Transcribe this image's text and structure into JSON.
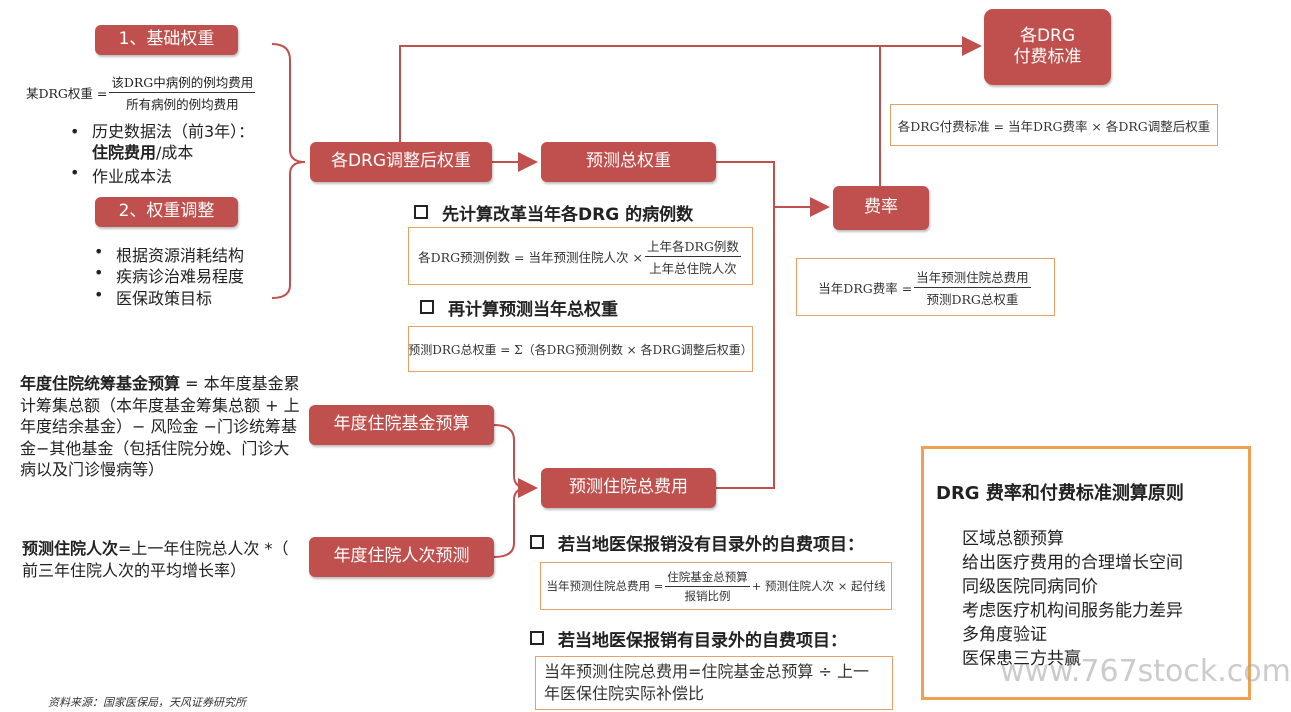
{
  "boxes": {
    "basic_weight": "1、基础权重",
    "weight_adjust": "2、权重调整",
    "adjusted_weight": "各DRG调整后权重",
    "predicted_total_weight": "预测总权重",
    "rate": "费率",
    "payment_standard": "各DRG\n付费标准",
    "annual_fund_budget": "年度住院基金预算",
    "annual_inpatient_forecast": "年度住院人次预测",
    "predicted_total_cost": "预测住院总费用"
  },
  "formulas": {
    "weight_lhs": "某DRG权重 =",
    "weight_num": "该DRG中病例的例均费用",
    "weight_den": "所有病例的例均费用",
    "cases_lhs": "各DRG预测例数 = 当年预测住院人次 ×",
    "cases_num": "上年各DRG例数",
    "cases_den": "上年总住院人次",
    "total_weight": "预测DRG总权重 = Σ（各DRG预测例数 × 各DRG调整后权重）",
    "payment_std": "各DRG付费标准 = 当年DRG费率 × 各DRG调整后权重",
    "rate_lhs": "当年DRG费率 =",
    "rate_num": "当年预测住院总费用",
    "rate_den": "预测DRG总权重",
    "cost_lhs": "当年预测住院总费用 =",
    "cost_num": "住院基金总预算",
    "cost_den": "报销比例",
    "cost_rhs": "+ 预测住院人次 × 起付线",
    "cost_alt": "当年预测住院总费用=住院基金总预算 ÷ 上一年医保住院实际补偿比"
  },
  "bullets_basic": {
    "item1_line1": "历史数据法（前3年）：",
    "item1_bold": "住院费用",
    "item1_rest": "/成本",
    "item2": "作业成本法"
  },
  "bullets_adjust": [
    "根据资源消耗结构",
    "疾病诊治难易程度",
    "医保政策目标"
  ],
  "headings": {
    "step1": "先计算改革当年各DRG 的病例数",
    "step2": "再计算预测当年总权重",
    "case_no_extra": "若当地医保报销没有目录外的自费项目：",
    "case_extra": "若当地医保报销有目录外的自费项目："
  },
  "fund_budget_text": {
    "bold": "年度住院统筹基金预算",
    "rest": " = 本年度基金累计筹集总额（本年度基金筹集总额 + 上年度结余基金）− 风险金 −门诊统筹基金−其他基金（包括住院分娩、门诊大病以及门诊慢病等）"
  },
  "inpatient_text": {
    "bold": "预测住院人次",
    "rest": "=上一年住院总人次 *（ 前三年住院人次的平均增长率）"
  },
  "principles": {
    "title": "DRG 费率和付费标准测算原则",
    "items": [
      "区域总额预算",
      "给出医疗费用的合理增长空间",
      "同级医院同病同价",
      "考虑医疗机构间服务能力差异",
      "多角度验证",
      "医保患三方共赢"
    ]
  },
  "source": "资料来源：国家医保局，天风证券研究所",
  "watermark": "www.767stock.com",
  "colors": {
    "box_red": "#c0504d",
    "formula_border": "#e8a06a",
    "principles_border": "#f0a050"
  }
}
